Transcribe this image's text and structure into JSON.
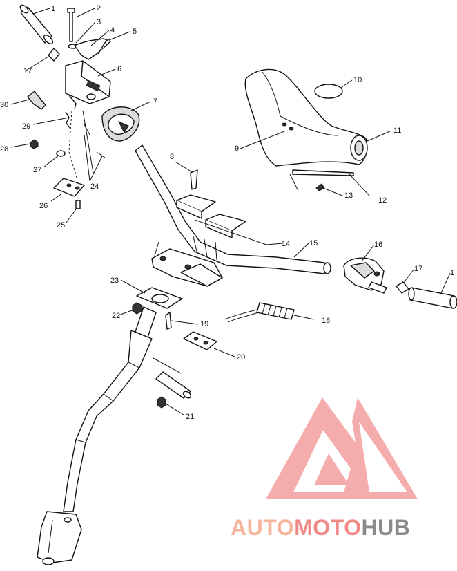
{
  "callouts": [
    {
      "id": "c1",
      "text": "1"
    },
    {
      "id": "c2",
      "text": "2"
    },
    {
      "id": "c3",
      "text": "3"
    },
    {
      "id": "c4",
      "text": "4"
    },
    {
      "id": "c5",
      "text": "5"
    },
    {
      "id": "c6",
      "text": "6"
    },
    {
      "id": "c7",
      "text": "7"
    },
    {
      "id": "c8",
      "text": "8"
    },
    {
      "id": "c9",
      "text": "9"
    },
    {
      "id": "c10",
      "text": "10"
    },
    {
      "id": "c11",
      "text": "11"
    },
    {
      "id": "c12",
      "text": "12"
    },
    {
      "id": "c13",
      "text": "13"
    },
    {
      "id": "c14",
      "text": "14"
    },
    {
      "id": "c15",
      "text": "15"
    },
    {
      "id": "c16",
      "text": "16"
    },
    {
      "id": "c17a",
      "text": "17"
    },
    {
      "id": "c17b",
      "text": "17"
    },
    {
      "id": "c1b",
      "text": "1"
    },
    {
      "id": "c18",
      "text": "18"
    },
    {
      "id": "c19",
      "text": "19"
    },
    {
      "id": "c20",
      "text": "20"
    },
    {
      "id": "c21",
      "text": "21"
    },
    {
      "id": "c22",
      "text": "22"
    },
    {
      "id": "c23",
      "text": "23"
    },
    {
      "id": "c24",
      "text": "24"
    },
    {
      "id": "c25",
      "text": "25"
    },
    {
      "id": "c26",
      "text": "26"
    },
    {
      "id": "c27",
      "text": "27"
    },
    {
      "id": "c28",
      "text": "28"
    },
    {
      "id": "c29",
      "text": "29"
    },
    {
      "id": "c30",
      "text": "30"
    }
  ],
  "watermark": {
    "part1": "AUTO",
    "part2": "MOTO",
    "part3": "HUB",
    "color1": "#f5b49b",
    "color2": "#f08a86",
    "color3": "#8a8a8a",
    "logo_color": "#f06e6e"
  }
}
